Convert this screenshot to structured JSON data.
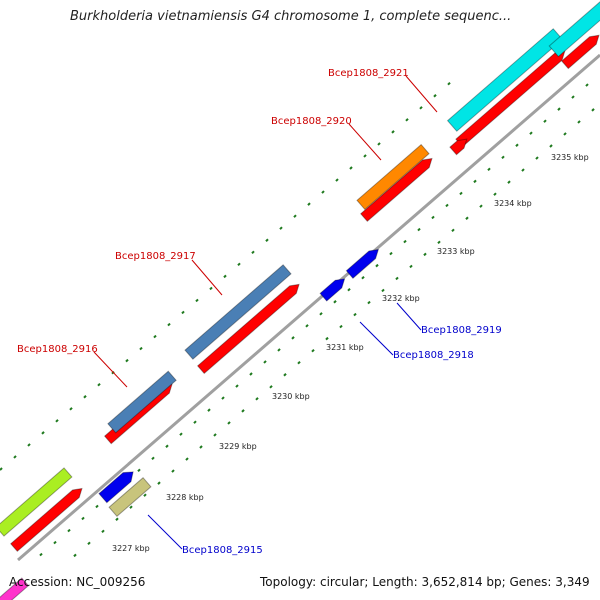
{
  "title": "Burkholderia vietnamiensis G4 chromosome 1, complete sequenc...",
  "accession_text": "Accession: NC_009256",
  "topology_text": "Topology: circular; Length: 3,652,814 bp; Genes: 3,349",
  "colors": {
    "backbone": "#a0a0a0",
    "tick": "#1f7a1f",
    "red_gene": "#ff0000",
    "forward_label": "#cc0000",
    "reverse_label": "#0000cc"
  },
  "kbp_ticks": [
    {
      "label": "3227 kbp"
    },
    {
      "label": "3228 kbp"
    },
    {
      "label": "3229 kbp"
    },
    {
      "label": "3230 kbp"
    },
    {
      "label": "3231 kbp"
    },
    {
      "label": "3232 kbp"
    },
    {
      "label": "3233 kbp"
    },
    {
      "label": "3234 kbp"
    },
    {
      "label": "3235 kbp"
    }
  ],
  "gene_labels": [
    {
      "text": "Bcep1808_2915",
      "strand": "reverse"
    },
    {
      "text": "Bcep1808_2916",
      "strand": "forward"
    },
    {
      "text": "Bcep1808_2917",
      "strand": "forward"
    },
    {
      "text": "Bcep1808_2918",
      "strand": "reverse"
    },
    {
      "text": "Bcep1808_2919",
      "strand": "reverse"
    },
    {
      "text": "Bcep1808_2920",
      "strand": "forward"
    },
    {
      "text": "Bcep1808_2921",
      "strand": "forward"
    }
  ],
  "feature_colors": {
    "lime": "#aaee22",
    "steelblue": "#4a7fb5",
    "orange": "#ff8800",
    "cyan": "#00e5e5",
    "blue": "#0000ee",
    "khaki": "#c8c47c",
    "magenta": "#ff33cc"
  }
}
